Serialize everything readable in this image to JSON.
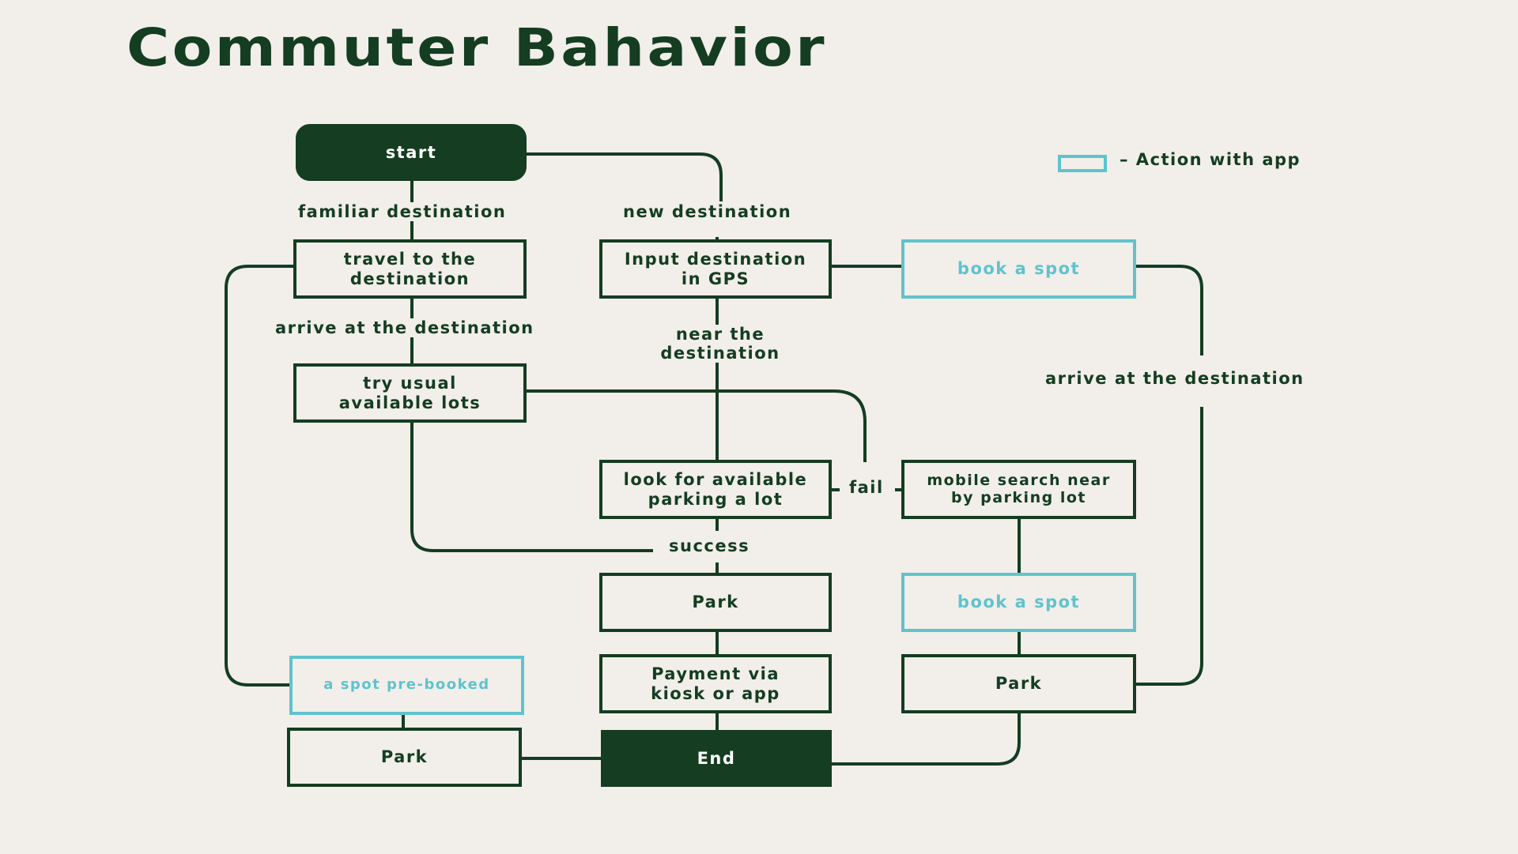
{
  "title": "Commuter Bahavior",
  "colors": {
    "background": "#f2eeea",
    "primary": "#143d21",
    "app_action": "#5fc3cd"
  },
  "legend": {
    "text": "– Action with app"
  },
  "nodes": {
    "start": "start",
    "travel": "travel to the destination",
    "input_gps": "Input destination in GPS",
    "book_spot_1": "book a spot",
    "try_lots": "try usual available lots",
    "look_lots": "look for available parking a lot",
    "mobile_search": "mobile search near by parking lot",
    "park_center": "Park",
    "book_spot_2": "book a spot",
    "payment": "Payment via kiosk or app",
    "park_right": "Park",
    "pre_booked": "a spot pre-booked",
    "park_left": "Park",
    "end": "End"
  },
  "edge_labels": {
    "familiar": "familiar destination",
    "new_dest": "new destination",
    "arrive_left": "arrive at the destination",
    "near": "near the destination",
    "arrive_right": "arrive at the destination",
    "fail": "fail",
    "success": "success"
  }
}
